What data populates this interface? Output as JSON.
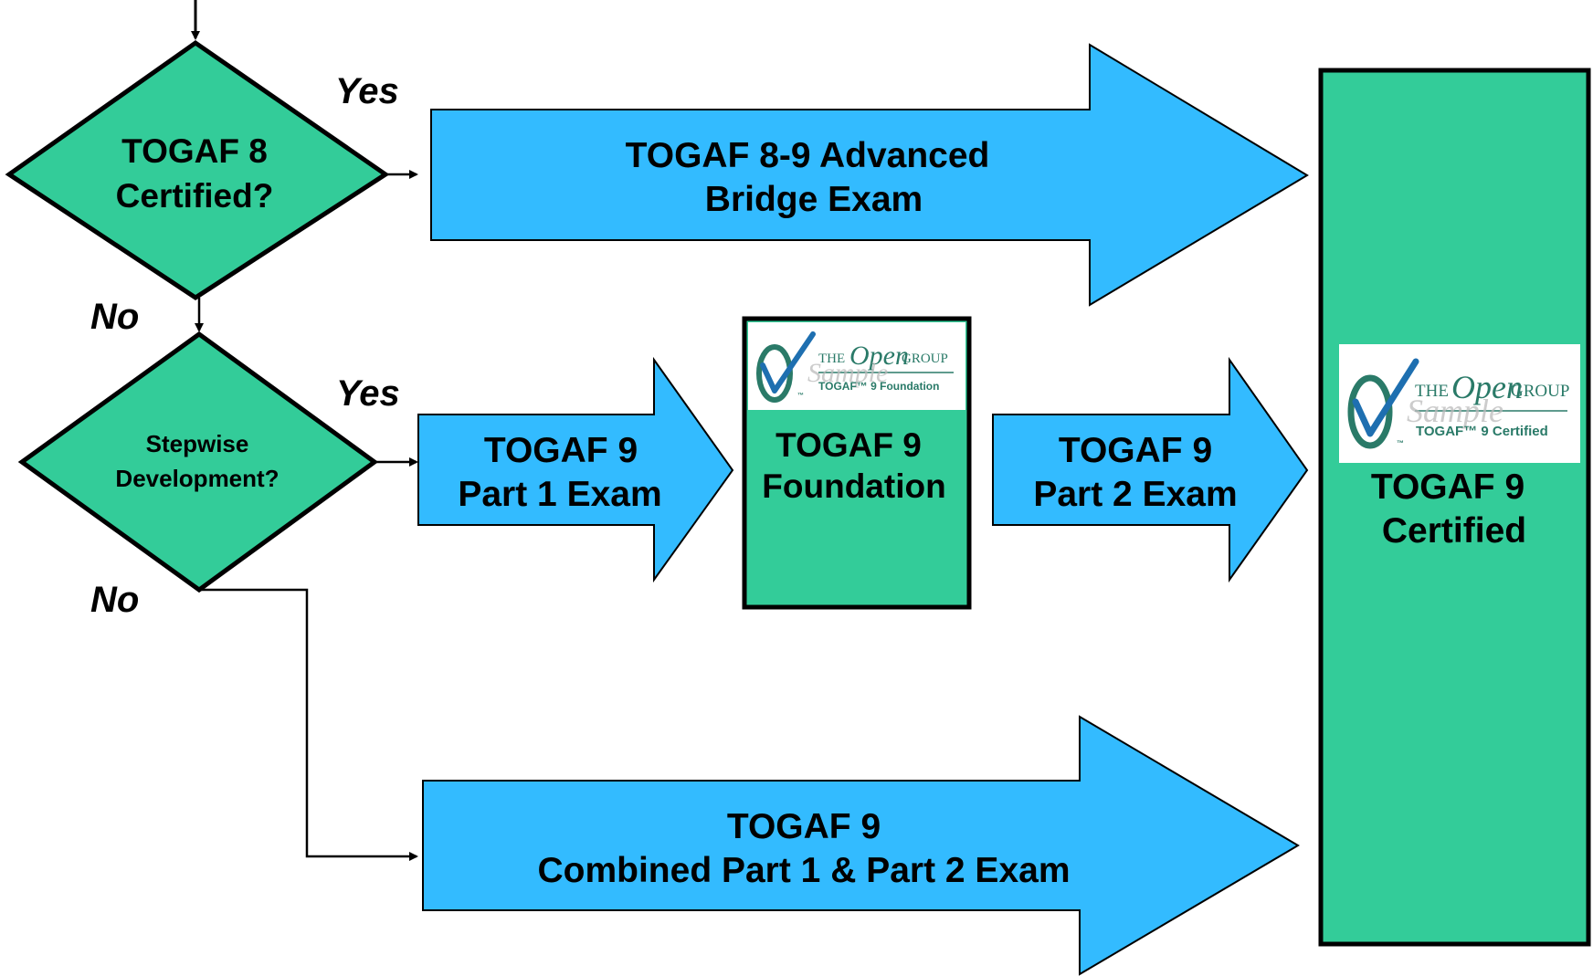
{
  "colors": {
    "diamond_fill": "#33cc99",
    "box_fill": "#33cc99",
    "arrow_fill": "#33bbff",
    "stroke": "#000000",
    "logo_green": "#2a7a68",
    "logo_blue": "#1e6fb0"
  },
  "decision_1": {
    "line1": "TOGAF 8",
    "line2": "Certified?"
  },
  "decision_2": {
    "line1": "Stepwise",
    "line2": "Development?"
  },
  "branch_labels": {
    "yes_1": "Yes",
    "no_1": "No",
    "yes_2": "Yes",
    "no_2": "No"
  },
  "arrow_bridge": {
    "line1": "TOGAF 8-9 Advanced",
    "line2": "Bridge Exam"
  },
  "arrow_part1": {
    "line1": "TOGAF 9",
    "line2": "Part 1 Exam"
  },
  "arrow_part2": {
    "line1": "TOGAF 9",
    "line2": "Part 2 Exam"
  },
  "arrow_combined": {
    "line1": "TOGAF 9",
    "line2": "Combined Part 1 & Part 2 Exam"
  },
  "foundation_box": {
    "line1": "TOGAF 9",
    "line2": "Foundation",
    "logo": {
      "icon": "open-group-check-logo",
      "brand_the": "THE",
      "brand_open": "Open",
      "brand_group": "GROUP",
      "tagline": "TOGAF™ 9 Foundation",
      "watermark": "Sample",
      "tm": "™"
    }
  },
  "certified_box": {
    "line1": "TOGAF 9",
    "line2": "Certified",
    "logo": {
      "icon": "open-group-check-logo",
      "brand_the": "THE",
      "brand_open": "Open",
      "brand_group": "GROUP",
      "tagline": "TOGAF™ 9 Certified",
      "watermark": "Sample",
      "tm": "™"
    }
  }
}
